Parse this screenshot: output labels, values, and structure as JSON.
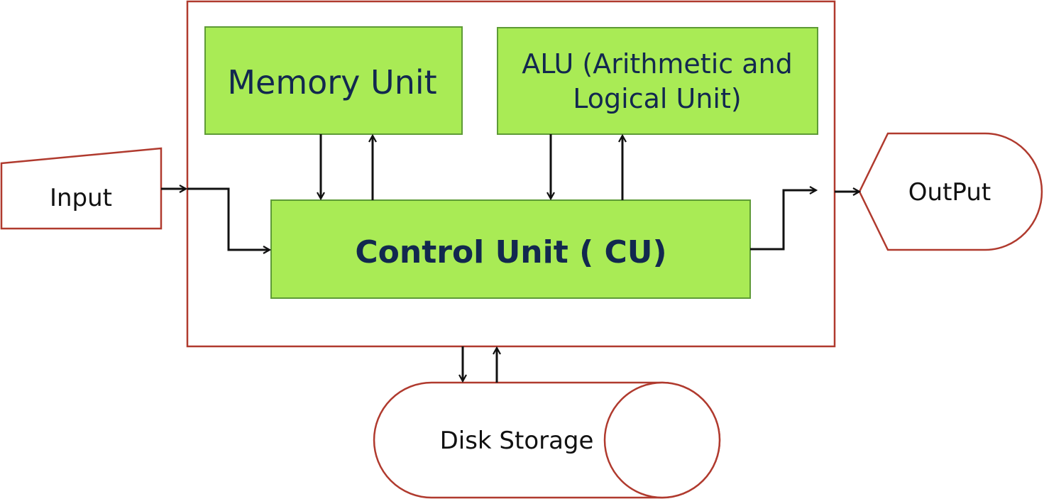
{
  "colors": {
    "box_fill": "#a9eb55",
    "box_stroke": "#5e9b36",
    "outline": "#b03a2e",
    "text_dark": "#12284f",
    "text_plain": "#111111",
    "arrow": "#111111"
  },
  "nodes": {
    "memory_unit": "Memory Unit",
    "alu_line1": "ALU (Arithmetic and",
    "alu_line2": "Logical Unit)",
    "control_unit": "Control Unit ( CU)",
    "input": "Input",
    "output": "OutPut",
    "disk_storage": "Disk Storage"
  }
}
